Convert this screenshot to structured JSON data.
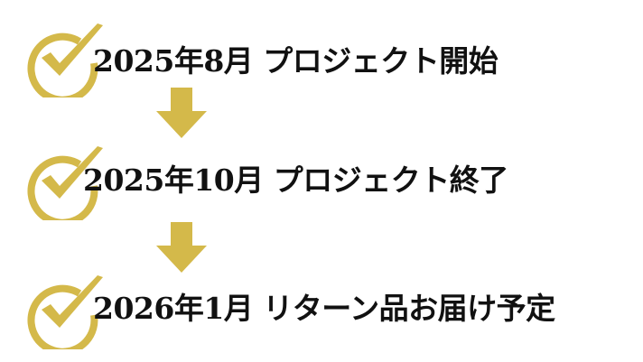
{
  "colors": {
    "accent": "#d4b94a",
    "text": "#111111"
  },
  "steps": [
    {
      "label": "2025年8月 プロジェクト開始",
      "icon": "check-circle-icon"
    },
    {
      "label": "2025年10月 プロジェクト終了",
      "icon": "check-circle-icon"
    },
    {
      "label": "2026年1月 リターン品お届け予定",
      "icon": "check-circle-icon"
    }
  ],
  "connectors": [
    "arrow-down-icon",
    "arrow-down-icon"
  ]
}
